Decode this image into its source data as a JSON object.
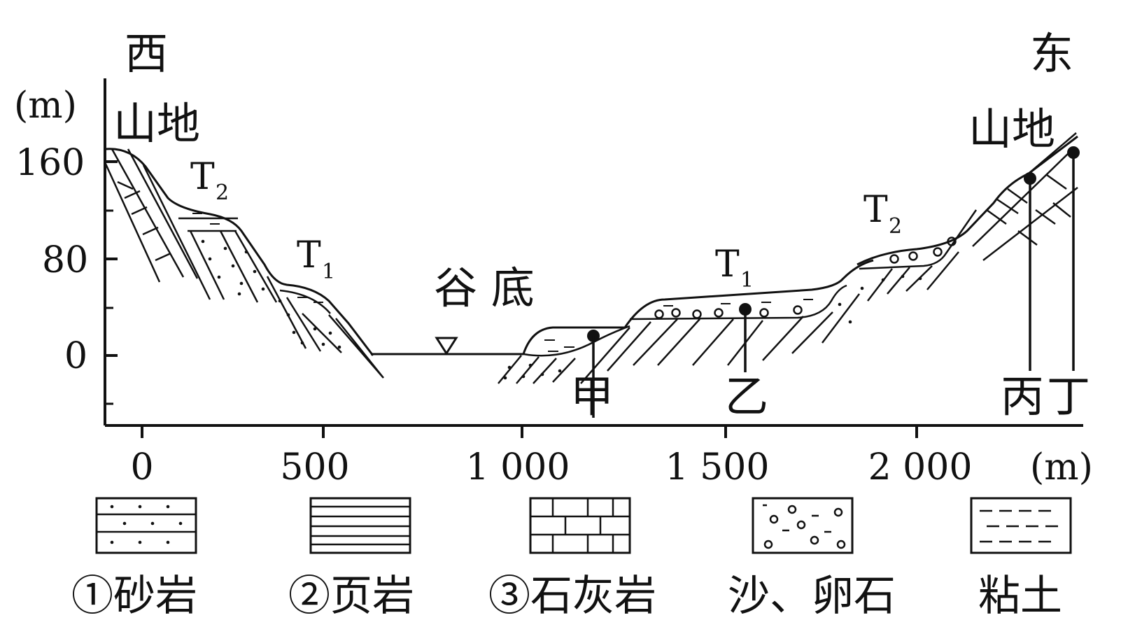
{
  "directions": {
    "west": "西",
    "east": "东"
  },
  "units": {
    "y": "(m)",
    "x": "(m)"
  },
  "y_ticks": [
    "160",
    "80",
    "0"
  ],
  "x_ticks": [
    "0",
    "500",
    "1 000",
    "1 500",
    "2 000"
  ],
  "landforms": {
    "mountain_west": "山地",
    "mountain_east": "山地",
    "valley_floor": "谷 底"
  },
  "terraces": {
    "west_t2": {
      "main": "T",
      "sub": "2"
    },
    "west_t1": {
      "main": "T",
      "sub": "1"
    },
    "east_t1": {
      "main": "T",
      "sub": "1"
    },
    "east_t2": {
      "main": "T",
      "sub": "2"
    }
  },
  "points": {
    "jia": "甲",
    "yi": "乙",
    "bing": "丙",
    "ding": "丁"
  },
  "legend": [
    {
      "key": "sandstone",
      "label": "①砂岩"
    },
    {
      "key": "shale",
      "label": "②页岩"
    },
    {
      "key": "limestone",
      "label": "③石灰岩"
    },
    {
      "key": "sand_gravel",
      "label": "沙、卵石"
    },
    {
      "key": "clay",
      "label": "粘土"
    }
  ],
  "colors": {
    "ink": "#111111",
    "background": "#ffffff"
  }
}
